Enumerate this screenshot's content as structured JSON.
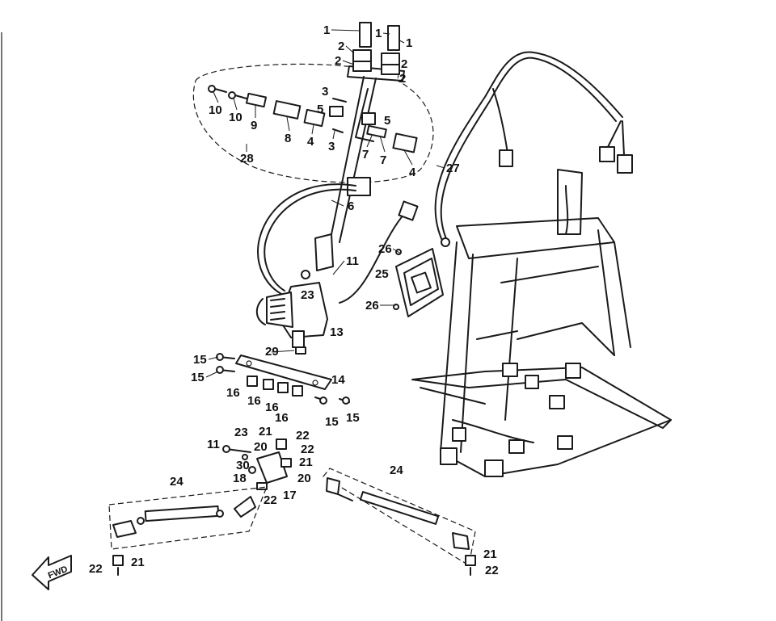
{
  "labels": {
    "l1": "1",
    "l2": "2",
    "l3": "3",
    "l4": "4",
    "l5": "5",
    "l6": "6",
    "l7": "7",
    "l8": "8",
    "l9": "9",
    "l10": "10",
    "l11": "11",
    "l13": "13",
    "l14": "14",
    "l15": "15",
    "l16": "16",
    "l17": "17",
    "l18": "18",
    "l20": "20",
    "l21": "21",
    "l22": "22",
    "l23": "23",
    "l24": "24",
    "l25": "25",
    "l26": "26",
    "l27": "27",
    "l28": "28",
    "l29": "29",
    "l30": "30"
  },
  "fwd_badge": "FWD"
}
